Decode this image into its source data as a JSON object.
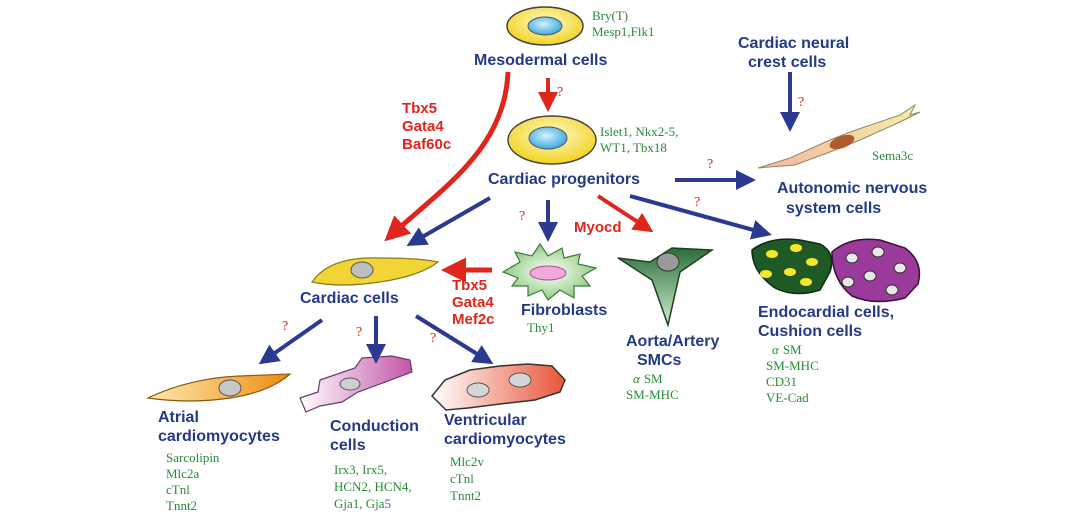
{
  "nodes": {
    "mesodermal": {
      "label": "Mesodermal cells",
      "markers": [
        "Bry(T)",
        "Mesp1,Flk1"
      ]
    },
    "progenitors": {
      "label": "Cardiac progenitors",
      "markers": [
        "Islet1, Nkx2-5,",
        "WT1, Tbx18"
      ]
    },
    "neural_crest": {
      "label": [
        "Cardiac neural",
        "crest cells"
      ]
    },
    "autonomic": {
      "label": [
        "Autonomic nervous",
        "system cells"
      ],
      "markers": [
        "Sema3c"
      ]
    },
    "cardiac": {
      "label": "Cardiac cells"
    },
    "fibroblasts": {
      "label": "Fibroblasts",
      "markers": [
        "Thy1"
      ]
    },
    "smc": {
      "label": [
        "Aorta/Artery",
        "SMCs"
      ],
      "markers": [
        "α SM",
        "SM-MHC"
      ]
    },
    "endocardial": {
      "label": [
        "Endocardial cells,",
        "Cushion cells"
      ],
      "markers": [
        "α SM",
        "SM-MHC",
        "CD31",
        "VE-Cad"
      ]
    },
    "atrial": {
      "label": [
        "Atrial",
        "cardiomyocytes"
      ],
      "markers": [
        "Sarcolipin",
        "Mlc2a",
        "cTnl",
        "Tnnt2"
      ]
    },
    "conduction": {
      "label": [
        "Conduction",
        "cells"
      ],
      "markers": [
        "Irx3, Irx5,",
        "HCN2, HCN4,",
        "Gja1, Gja5"
      ]
    },
    "ventricular": {
      "label": [
        "Ventricular",
        "cardiomyocytes"
      ],
      "markers": [
        "Mlc2v",
        "cTnl",
        "Tnnt2"
      ]
    }
  },
  "factors": {
    "direct_to_cardiac": [
      "Tbx5",
      "Gata4",
      "Baf60c"
    ],
    "fibro_to_cardiac": [
      "Tbx5",
      "Gata4",
      "Mef2c"
    ],
    "myocd": "Myocd"
  },
  "unknown_mark": "?",
  "colors": {
    "label": "#243a86",
    "marker": "#2a8a3a",
    "factor": "#e0261c",
    "arrow_blue": "#2b3990",
    "arrow_red": "#e0261c"
  }
}
